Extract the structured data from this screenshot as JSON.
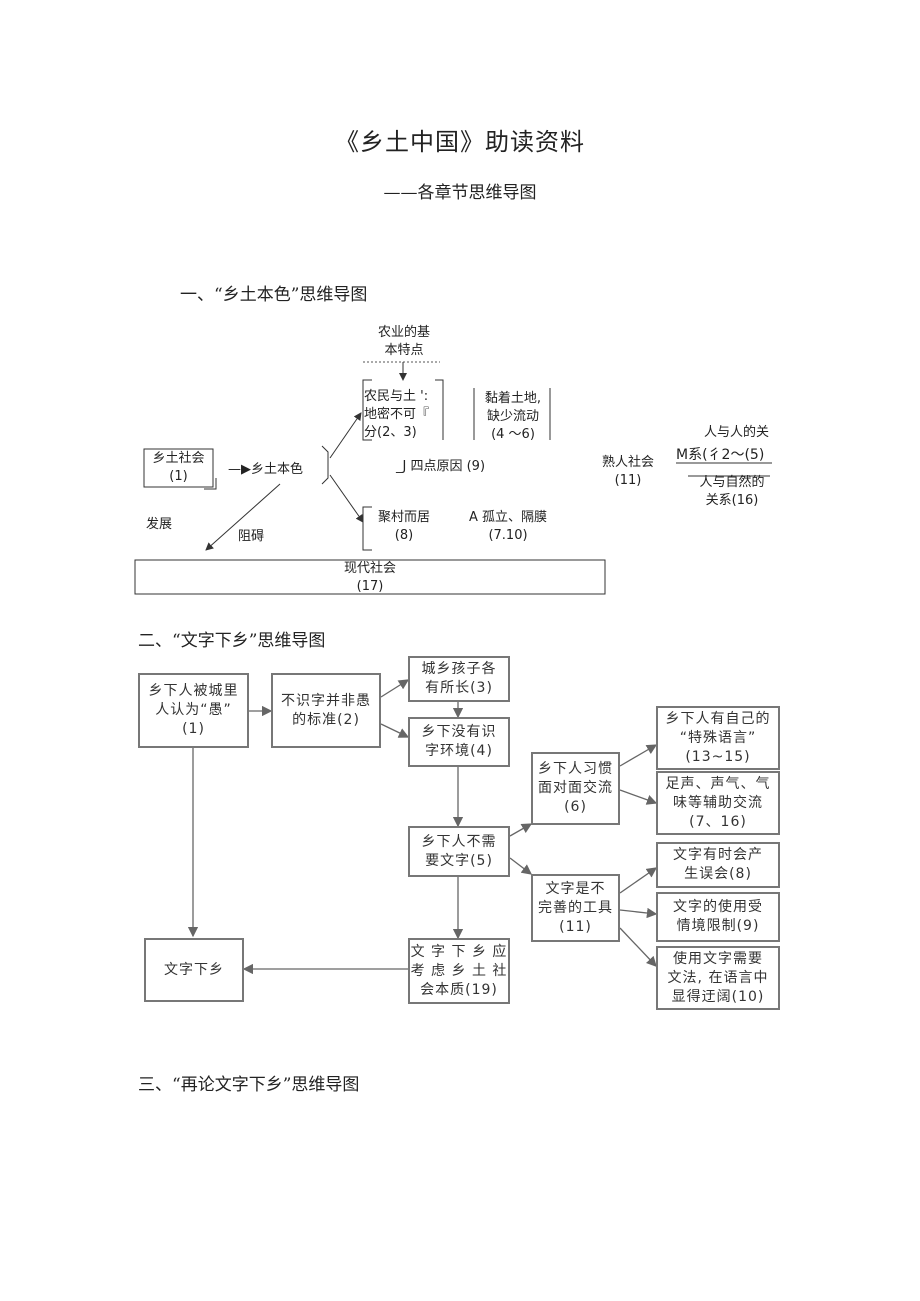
{
  "doc": {
    "title": "《乡土中国》助读资料",
    "subtitle": "——各章节思维导图"
  },
  "sections": [
    {
      "heading": "一、“乡土本色”思维导图"
    },
    {
      "heading": "二、“文字下乡”思维导图"
    },
    {
      "heading": "三、“再论文字下乡”思维导图"
    }
  ],
  "map1": {
    "agri_l1": "农业的基",
    "agri_l2": "本特点",
    "farmer_l1": "农民与土 ':",
    "farmer_l2": "地密不可『",
    "farmer_l3": "分(2、3)",
    "stick_l1": "黏着土地,",
    "stick_l2": "缺少流动",
    "stick_l3": "(4 ～6)",
    "rural_l1": "乡土社会",
    "rural_l2": "(1)",
    "arrow_label": "—▶乡土本色",
    "four_points": "_J 四点原因 (9)",
    "acq_l1": "熟人社会",
    "acq_l2": "(11)",
    "rel_l1": "人与人的关",
    "rel_l2": "M系(彳2～(5)",
    "rel_l3": "人与自然的",
    "rel_l4": "关系(16)",
    "village_l1": "聚村而居",
    "village_l2": "(8)",
    "isolate_l1": "A 孤立、隔膜",
    "isolate_l2": "(7.10)",
    "develop": "发展",
    "hinder": "阻碍",
    "modern_l1": "现代社会",
    "modern_l2": "(17)"
  },
  "map2": {
    "b1_l1": "乡下人被城里",
    "b1_l2": "人认为“愚”",
    "b1_l3": "(1)",
    "b2_l1": "不识字并非愚",
    "b2_l2": "的标准(2)",
    "b3_l1": "城乡孩子各",
    "b3_l2": "有所长(3)",
    "b4_l1": "乡下没有识",
    "b4_l2": "字环境(4)",
    "b5_l1": "乡下人不需",
    "b5_l2": "要文字(5)",
    "b6_l1": "乡下人习惯",
    "b6_l2": "面对面交流",
    "b6_l3": "(6)",
    "b7_l1": "乡下人有自己的",
    "b7_l2": "“特殊语言”",
    "b7_l3": "(13~15)",
    "b8_l1": "足声、声气、气",
    "b8_l2": "味等辅助交流",
    "b8_l3": "(7、16)",
    "b9_l1": "文字是不",
    "b9_l2": "完善的工具",
    "b9_l3": "(11)",
    "b10_l1": "文字有时会产",
    "b10_l2": "生误会(8)",
    "b11_l1": "文字的使用受",
    "b11_l2": "情境限制(9)",
    "b12_l1": "使用文字需要",
    "b12_l2": "文法, 在语言中",
    "b12_l3": "显得迂阔(10)",
    "b13_l1": "文 字 下 乡 应",
    "b13_l2": "考 虑 乡 土 社",
    "b13_l3": "会本质(19)",
    "b14": "文字下乡"
  }
}
